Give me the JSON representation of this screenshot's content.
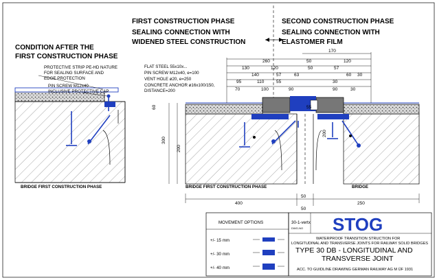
{
  "headings": {
    "first_phase_title": "FIRST CONSTRUCTION PHASE",
    "first_phase_sub": "SEALING CONNECTION WITH",
    "first_phase_sub2": "WIDENED STEEL CONSTRUCTION",
    "second_phase_title": "SECOND CONSTRUCTION PHASE",
    "second_phase_sub": "SEALING CONNECTION WITH",
    "second_phase_sub2": "ELASTOMER FILM",
    "condition_line1": "CONDITION AFTER THE",
    "condition_line2": "FIRST CONSTRUCTION PHASE"
  },
  "left_labels": {
    "strip1": "PROTECTIVE STRIP PE-HD NATURE",
    "strip2": "FOR SEALING SURFACE AND",
    "strip3": "EDGE PROTECTION",
    "screw": "PIN SCREW M12x40",
    "cap": "INCLUSIVE PROTECTIVE CAP",
    "bridge": "BRIDGE FIRST CONSTRUCTION PHASE"
  },
  "mid_labels": {
    "flat_steel": "FLAT STEEL 55x10x...",
    "pin_screw": "PIN SCREW M12x40, e=100",
    "vent_hole": "VENT HOLE ø20, e=250",
    "anchor": "CONCRETE ANCHOR ø16x100/150,",
    "distance": "DISTANCE=200",
    "bridge_first": "BRIDGE FIRST CONSTRUCTION PHASE",
    "bridge": "BRIDGE"
  },
  "dimensions": {
    "top": [
      "170",
      "260",
      "50",
      "120",
      "130",
      "120",
      "50",
      "57",
      "140",
      "57",
      "63",
      "60",
      "30",
      "110",
      "95",
      "55",
      "30",
      "70",
      "100",
      "90",
      "90",
      "30"
    ],
    "side_small": [
      "60",
      "55"
    ],
    "side_left": "200",
    "side_left_outer": "300",
    "side_right": "200",
    "bottom": [
      "400",
      "50",
      "250",
      "50"
    ]
  },
  "legend": {
    "movement_title": "MOVEMENT OPTIONS",
    "options": [
      "+/- 15 mm",
      "+/- 30 mm",
      "+/- 40 mm"
    ],
    "code": "30-1-vertx",
    "code_sub": "DWG-NO"
  },
  "title_block": {
    "logo": "STOG",
    "desc1": "WATERPROOF TRANSITION STRUCTION  FOR",
    "desc2": "LONGITUDINAL AND TRANSVERSE JOINTS FOR RAILWAY SOLID BRIDGES",
    "type1": "TYPE 30 DB - LONGITUDINAL AND",
    "type2": "TRANSVERSE JOINT",
    "guideline": "ACC. TO GUIDLINE DRAWING GERMAN  RAILWAY AG  M ÜF 1931"
  },
  "colors": {
    "accent": "#1f3fbf",
    "line": "#000000"
  }
}
